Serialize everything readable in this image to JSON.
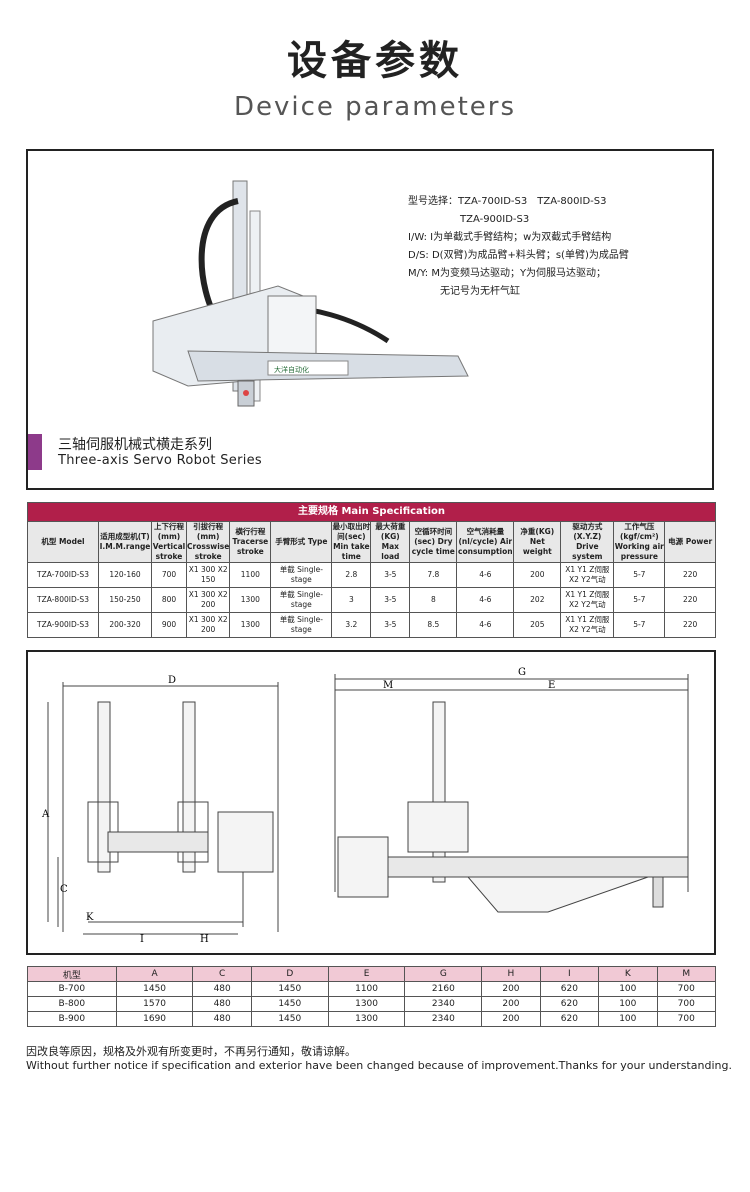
{
  "header": {
    "title_cn": "设备参数",
    "title_en": "Device parameters"
  },
  "product": {
    "notes": [
      "型号选择：TZA-700ID-S3　TZA-800ID-S3",
      "TZA-900ID-S3",
      "I/W: I为单截式手臂结构；w为双截式手臂结构",
      "D/S: D(双臂)为成品臂+料头臂；s(单臂)为成品臂",
      "M/Y: M为变频马达驱动；Y为伺服马达驱动；",
      "无记号为无杆气缸"
    ],
    "series_cn": "三轴伺服机械式横走系列",
    "series_en": "Three-axis Servo Robot Series",
    "robot_logo": "大洋自动化"
  },
  "spec": {
    "title": "主要规格 Main Specification",
    "columns": [
      "机型 Model",
      "适用成型机(T) I.M.M.range",
      "上下行程(mm) Vertical stroke",
      "引拔行程(mm) Crosswise stroke",
      "横行行程 Tracerse stroke",
      "手臂形式 Type",
      "最小取出时间(sec) Min take time",
      "最大荷重(KG) Max load",
      "空循环时间(sec) Dry cycle time",
      "空气消耗量(nl/cycle) Air consumption",
      "净重(KG) Net weight",
      "驱动方式(X.Y.Z) Drive system",
      "工作气压(kgf/cm²) Working air pressure",
      "电源 Power"
    ],
    "rows": [
      [
        "TZA-700ID-S3",
        "120-160",
        "700",
        "X1 300 X2 150",
        "1100",
        "单截 Single-stage",
        "2.8",
        "3-5",
        "7.8",
        "4-6",
        "200",
        "X1 Y1 Z伺服 X2 Y2气动",
        "5-7",
        "220"
      ],
      [
        "TZA-800ID-S3",
        "150-250",
        "800",
        "X1 300 X2 200",
        "1300",
        "单截 Single-stage",
        "3",
        "3-5",
        "8",
        "4-6",
        "202",
        "X1 Y1 Z伺服 X2 Y2气动",
        "5-7",
        "220"
      ],
      [
        "TZA-900ID-S3",
        "200-320",
        "900",
        "X1 300 X2 200",
        "1300",
        "单截 Single-stage",
        "3.2",
        "3-5",
        "8.5",
        "4-6",
        "205",
        "X1 Y1 Z伺服 X2 Y2气动",
        "5-7",
        "220"
      ]
    ]
  },
  "drawing": {
    "labels": [
      "D",
      "A",
      "C",
      "K",
      "I",
      "H",
      "G",
      "M",
      "E"
    ]
  },
  "dimensions": {
    "columns": [
      "机型",
      "A",
      "C",
      "D",
      "E",
      "G",
      "H",
      "I",
      "K",
      "M"
    ],
    "rows": [
      [
        "B-700",
        "1450",
        "480",
        "1450",
        "1100",
        "2160",
        "200",
        "620",
        "100",
        "700"
      ],
      [
        "B-800",
        "1570",
        "480",
        "1450",
        "1300",
        "2340",
        "200",
        "620",
        "100",
        "700"
      ],
      [
        "B-900",
        "1690",
        "480",
        "1450",
        "1300",
        "2340",
        "200",
        "620",
        "100",
        "700"
      ]
    ]
  },
  "footer": {
    "note_cn": "因改良等原因，规格及外观有所变更时，不再另行通知，敬请谅解。",
    "note_en": "Without further notice if specification and exterior have been changed because of improvement.Thanks for your understanding."
  }
}
